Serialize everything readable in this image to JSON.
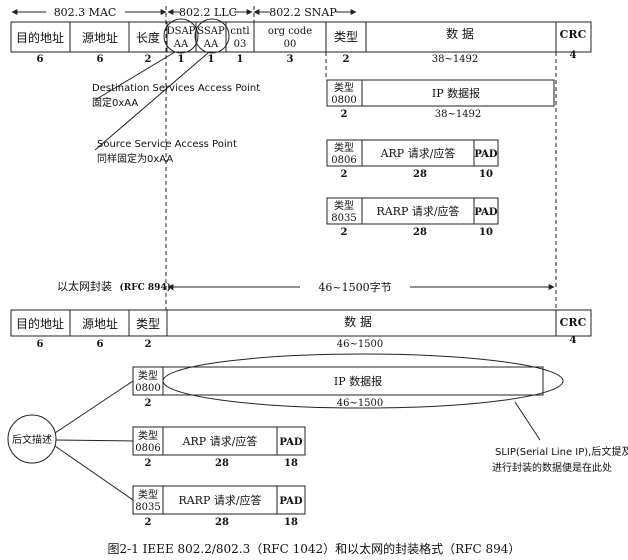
{
  "headers": {
    "mac": "802.3 MAC",
    "llc": "802.2 LLC",
    "snap": "802.2 SNAP"
  },
  "top_frame": {
    "fields": [
      "目的地址",
      "源地址",
      "长度",
      "DSAP",
      "AA",
      "SSAP",
      "AA",
      "cntl",
      "03",
      "org code",
      "00",
      "类型",
      "数 据",
      "CRC"
    ],
    "sizes": [
      "6",
      "6",
      "2",
      "1",
      "1",
      "1",
      "3",
      "2",
      "38~1492",
      "4"
    ]
  },
  "annotations": {
    "dsap_title": "Destination Services Access Point",
    "dsap_desc": "固定0xAA",
    "ssap_title": "Source Service Access Point",
    "ssap_desc": "同样固定为0xAA"
  },
  "snap_payloads": [
    {
      "type_label": "类型",
      "type_value": "0800",
      "body": "IP 数据报",
      "pad": "",
      "size_type": "2",
      "size_body": "38~1492",
      "size_pad": ""
    },
    {
      "type_label": "类型",
      "type_value": "0806",
      "body": "ARP 请求/应答",
      "pad": "PAD",
      "size_type": "2",
      "size_body": "28",
      "size_pad": "10"
    },
    {
      "type_label": "类型",
      "type_value": "8035",
      "body": "RARP 请求/应答",
      "pad": "PAD",
      "size_type": "2",
      "size_body": "28",
      "size_pad": "10"
    }
  ],
  "ethernet": {
    "label": "以太网封装",
    "rfc": "(RFC 894):",
    "span": "46~1500字节",
    "fields": [
      "目的地址",
      "源地址",
      "类型",
      "数 据",
      "CRC"
    ],
    "sizes": [
      "6",
      "6",
      "2",
      "46~1500",
      "4"
    ]
  },
  "eth_payloads": [
    {
      "type_label": "类型",
      "type_value": "0800",
      "body": "IP 数据报",
      "pad": "",
      "size_type": "2",
      "size_body": "46~1500",
      "size_pad": ""
    },
    {
      "type_label": "类型",
      "type_value": "0806",
      "body": "ARP 请求/应答",
      "pad": "PAD",
      "size_type": "2",
      "size_body": "28",
      "size_pad": "18"
    },
    {
      "type_label": "类型",
      "type_value": "8035",
      "body": "RARP 请求/应答",
      "pad": "PAD",
      "size_type": "2",
      "size_body": "28",
      "size_pad": "18"
    }
  ],
  "side_note": "后文描述",
  "slip_note": [
    "SLIP(Serial Line IP),后文提及,",
    "进行封装的数据便是在此处"
  ],
  "caption": "图2-1   IEEE 802.2/802.3（RFC 1042）和以太网的封装格式（RFC 894）",
  "colors": {
    "caption": "#3a4fb5",
    "line": "#222222"
  }
}
